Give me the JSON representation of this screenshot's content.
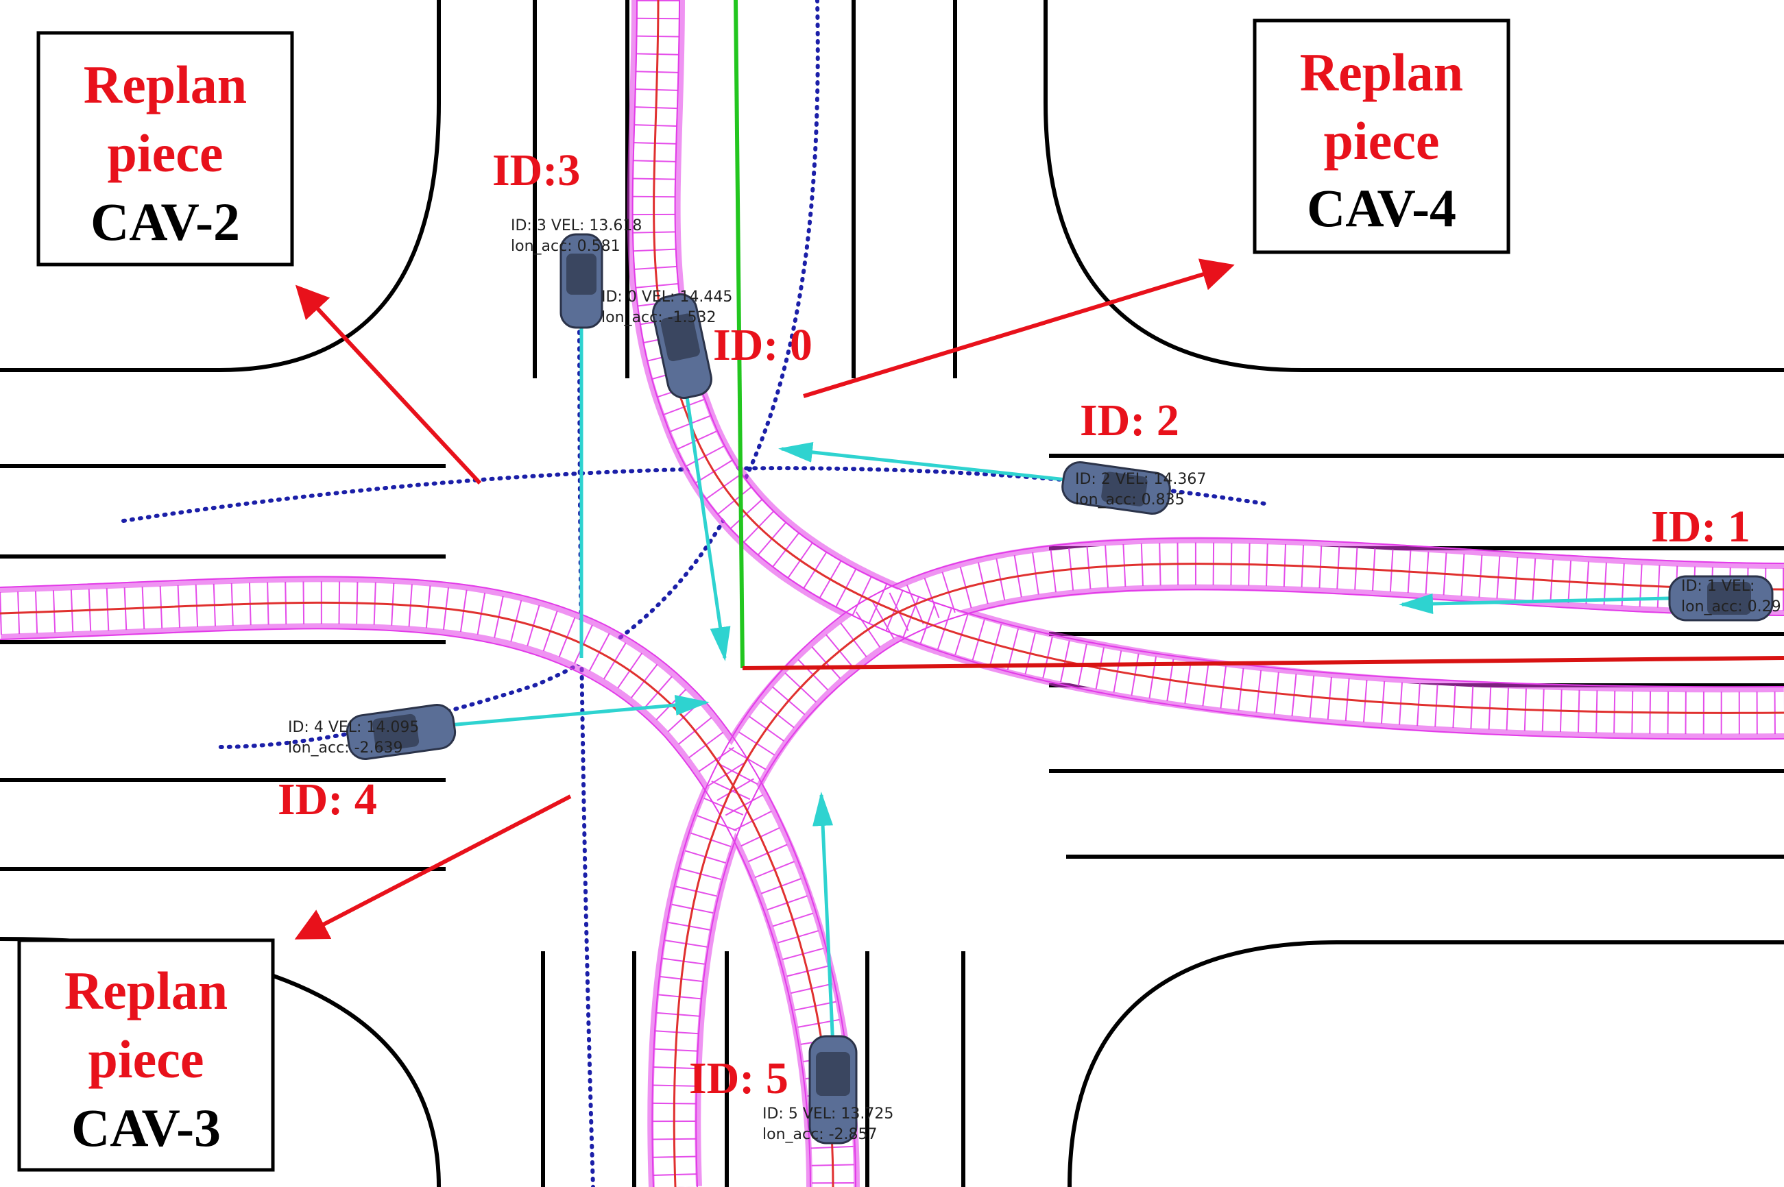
{
  "colors": {
    "replan_text": "#e8111b",
    "cav_text": "#000000",
    "id_label": "#e8111b",
    "arrow": "#e8111b",
    "trajectory_band": "#e23be8",
    "trajectory_center": "#e0312f",
    "velocity_vector": "#2ed3d0",
    "dotted_path": "#1b1fa8",
    "axis_y": "#22c61f",
    "axis_x": "#d81212",
    "car_body": "#5a6e96",
    "road_line": "#000000"
  },
  "boxes": [
    {
      "line1": "Replan",
      "line2": "piece",
      "line3": "CAV-2"
    },
    {
      "line1": "Replan",
      "line2": "piece",
      "line3": "CAV-4"
    },
    {
      "line1": "Replan",
      "line2": "piece",
      "line3": "CAV-3"
    }
  ],
  "vehicles": [
    {
      "id_label": "ID:3",
      "info1": "ID:  3  VEL:  13.618",
      "info2": "lon_acc:  0.581"
    },
    {
      "id_label": "ID: 0",
      "info1": "ID:  0  VEL:  14.445",
      "info2": "lon_acc:  -1.532"
    },
    {
      "id_label": "ID: 2",
      "info1": "ID:  2  VEL:  14.367",
      "info2": "lon_acc:  0.835"
    },
    {
      "id_label": "ID: 1",
      "info1": "ID:  1  VEL:",
      "info2": "lon_acc:  0.29"
    },
    {
      "id_label": "ID: 4",
      "info1": "ID:  4  VEL:  14.095",
      "info2": "lon_acc:  -2.639"
    },
    {
      "id_label": "ID: 5",
      "info1": "ID:  5  VEL:  13.725",
      "info2": "lon_acc:  -2.857"
    }
  ]
}
